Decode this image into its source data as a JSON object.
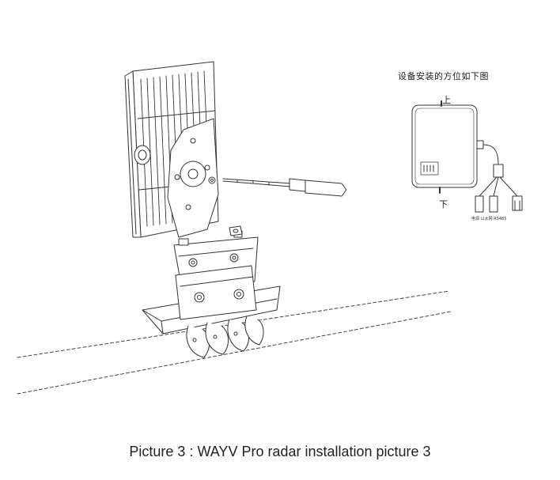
{
  "figure": {
    "caption": "Picture 3 : WAYV  Pro radar installation picture 3",
    "inset_note": "设备安装的方位如下图",
    "label_top": "上",
    "label_bottom": "下",
    "connector_note": "电源  以太网  RS485"
  }
}
